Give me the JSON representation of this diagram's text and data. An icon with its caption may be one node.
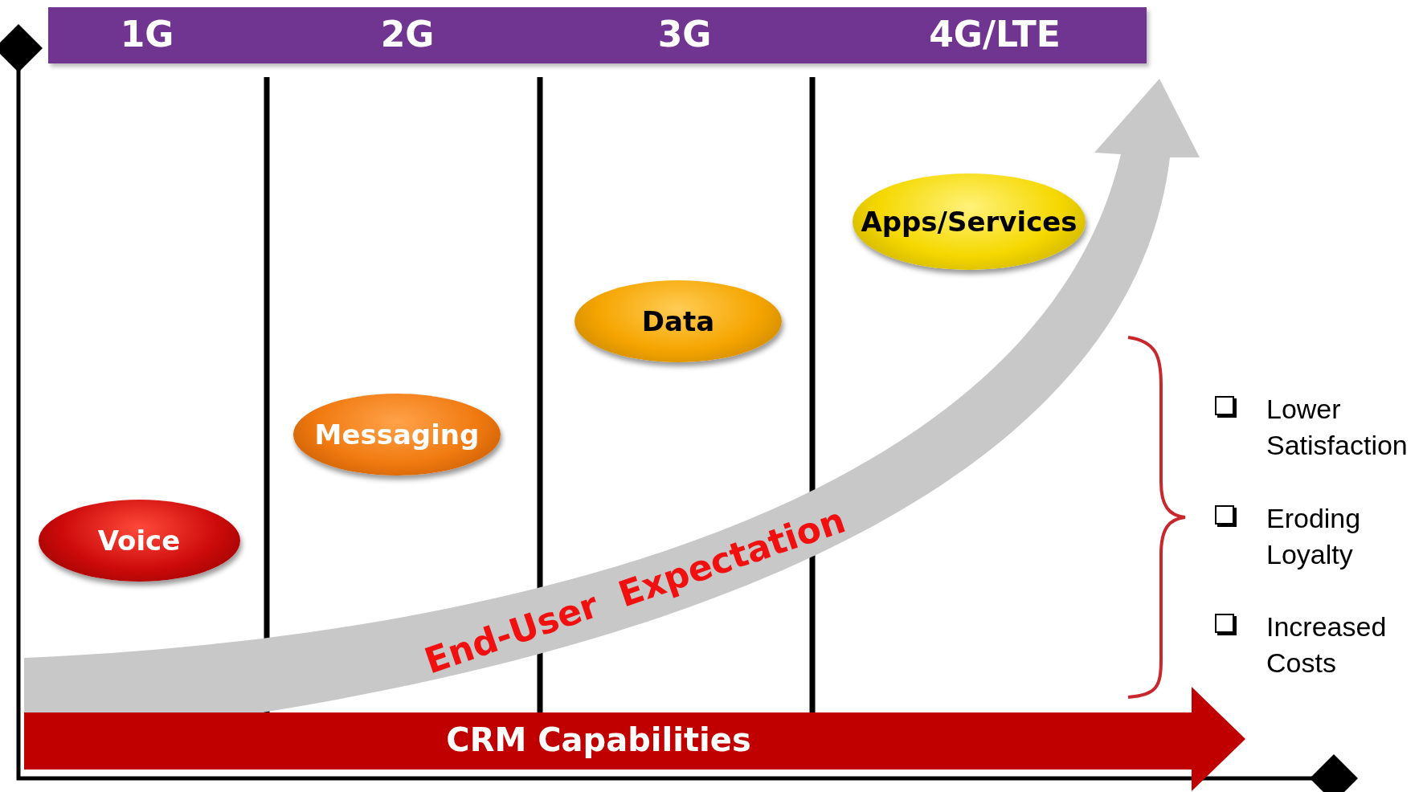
{
  "diagram": {
    "nodes": [
      {
        "text": [
          "1G",
          "2G",
          "3G",
          "4G/LTE"
        ]
      },
      {
        "text": [
          "Voice"
        ]
      },
      {
        "text": [
          "Messaging"
        ]
      },
      {
        "text": [
          "Data"
        ]
      },
      {
        "text": [
          "Apps/Services"
        ]
      },
      {
        "text": [
          "End-User  Expectation"
        ]
      },
      {
        "text": [
          "CRM Capabilities"
        ]
      }
    ],
    "labels": [
      "Lower Satisfaction",
      "Eroding Loyalty",
      "Increased Costs"
    ]
  }
}
